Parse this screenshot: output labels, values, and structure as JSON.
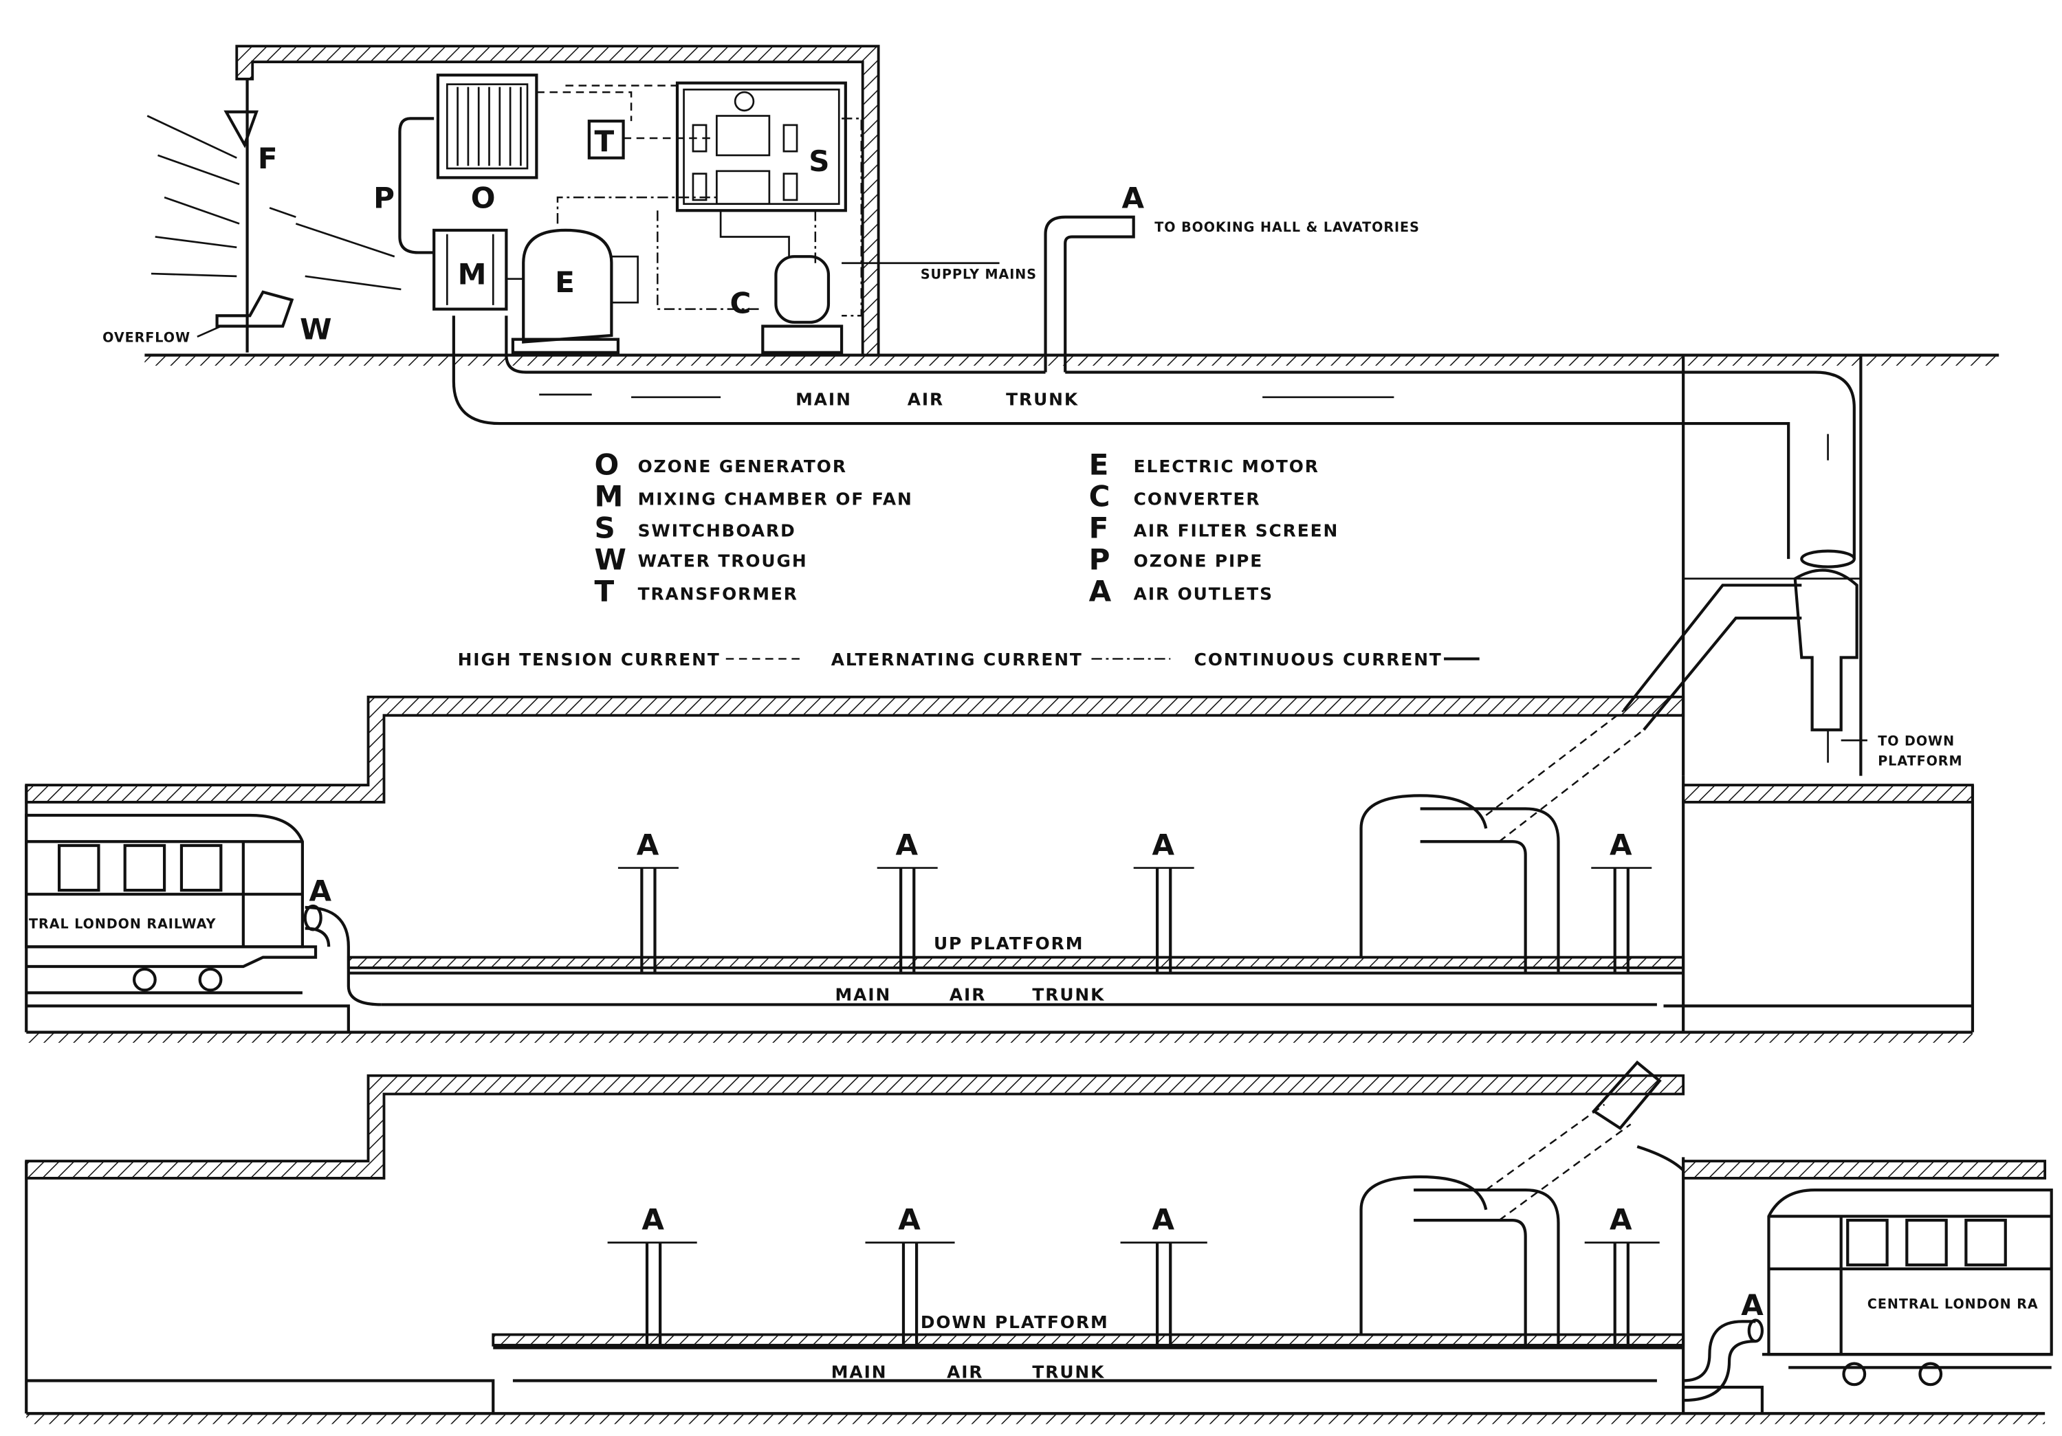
{
  "plant": {
    "filter_label": "F",
    "ozone_pipe_label": "P",
    "ozone_generator_label": "O",
    "transformer_label": "T",
    "switchboard_label": "S",
    "mixing_chamber_label": "M",
    "motor_label": "E",
    "converter_label": "C",
    "water_trough_label": "W",
    "overflow_label": "OVERFLOW",
    "supply_mains_label": "SUPPLY MAINS",
    "outlet_label": "A",
    "booking_hall_label": "TO BOOKING HALL & LAVATORIES",
    "main_trunk_label": [
      "MAIN",
      "AIR",
      "TRUNK"
    ]
  },
  "legend": {
    "items": [
      {
        "letter": "O",
        "text": "OZONE GENERATOR"
      },
      {
        "letter": "M",
        "text": "MIXING CHAMBER OF FAN"
      },
      {
        "letter": "S",
        "text": "SWITCHBOARD"
      },
      {
        "letter": "W",
        "text": "WATER TROUGH"
      },
      {
        "letter": "T",
        "text": "TRANSFORMER"
      },
      {
        "letter": "E",
        "text": "ELECTRIC MOTOR"
      },
      {
        "letter": "C",
        "text": "CONVERTER"
      },
      {
        "letter": "F",
        "text": "AIR FILTER SCREEN"
      },
      {
        "letter": "P",
        "text": "OZONE PIPE"
      },
      {
        "letter": "A",
        "text": "AIR OUTLETS"
      }
    ],
    "currents": {
      "high_tension": "HIGH TENSION CURRENT",
      "alternating": "ALTERNATING CURRENT",
      "continuous": "CONTINUOUS CURRENT"
    }
  },
  "up_section": {
    "platform_label": "UP PLATFORM",
    "trunk_label": [
      "MAIN",
      "AIR",
      "TRUNK"
    ],
    "outlet_label": "A",
    "to_down_label": [
      "TO DOWN",
      "PLATFORM"
    ],
    "train_text": "TRAL LONDON RAILWAY"
  },
  "down_section": {
    "platform_label": "DOWN PLATFORM",
    "trunk_label": [
      "MAIN",
      "AIR",
      "TRUNK"
    ],
    "outlet_label": "A",
    "train_text": "CENTRAL LONDON RA"
  }
}
